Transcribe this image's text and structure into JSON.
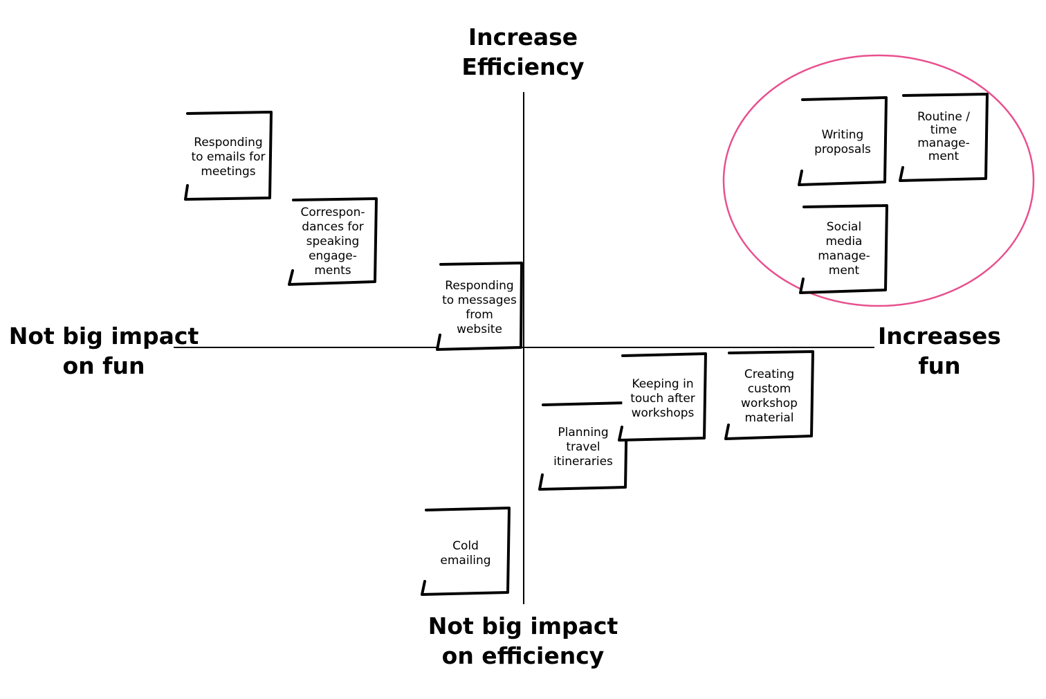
{
  "axes": {
    "top": [
      "Increase",
      "Efficiency"
    ],
    "bottom": [
      "Not big impact",
      "on efficiency"
    ],
    "left": [
      "Not big impact",
      "on fun"
    ],
    "right": [
      "Increases",
      "fun"
    ]
  },
  "notes": [
    {
      "id": "responding-emails",
      "lines": [
        "Responding",
        "to emails for",
        "meetings"
      ]
    },
    {
      "id": "correspondances",
      "lines": [
        "Correspon-",
        "dances for",
        "speaking",
        "engage-",
        "ments"
      ]
    },
    {
      "id": "responding-messages",
      "lines": [
        "Responding",
        "to messages",
        "from",
        "website"
      ]
    },
    {
      "id": "writing-proposals",
      "lines": [
        "Writing",
        "proposals"
      ]
    },
    {
      "id": "routine-time",
      "lines": [
        "Routine /",
        "time",
        "manage-",
        "ment"
      ]
    },
    {
      "id": "social-media",
      "lines": [
        "Social",
        "media",
        "manage-",
        "ment"
      ]
    },
    {
      "id": "keeping-in-touch",
      "lines": [
        "Keeping in",
        "touch after",
        "workshops"
      ]
    },
    {
      "id": "creating-custom",
      "lines": [
        "Creating",
        "custom",
        "workshop",
        "material"
      ]
    },
    {
      "id": "planning-travel",
      "lines": [
        "Planning",
        "travel",
        "itineraries"
      ]
    },
    {
      "id": "cold-emailing",
      "lines": [
        "Cold",
        "emailing"
      ]
    }
  ],
  "colors": {
    "highlight": "#e8508e",
    "ink": "#000000"
  }
}
